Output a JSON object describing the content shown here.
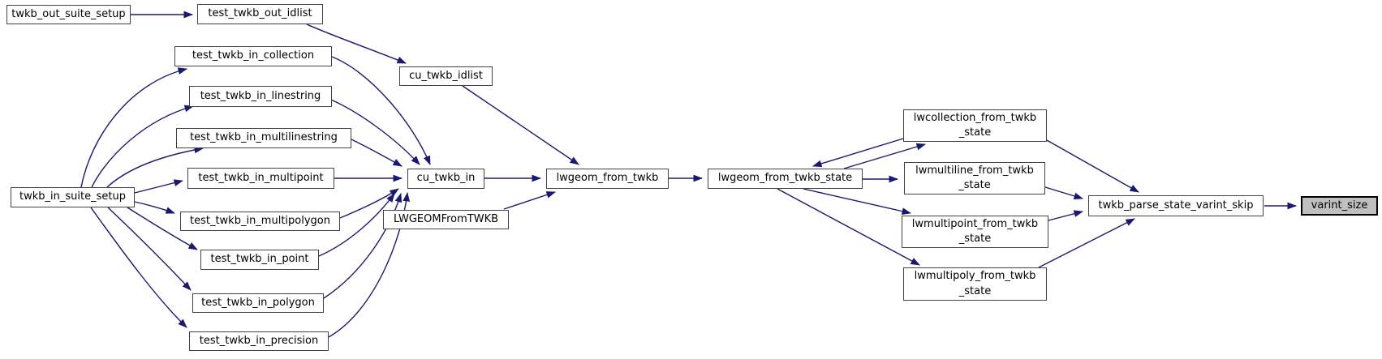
{
  "diagram": {
    "type": "call-graph",
    "background_color": "#ffffff",
    "edge_color": "#191970",
    "node_fill": "#ffffff",
    "node_border_color": "#424242",
    "highlight_node_fill": "#bfbfbf",
    "nodes": [
      {
        "id": "twkb_out_suite_setup",
        "lines": [
          "twkb_out_suite_setup"
        ]
      },
      {
        "id": "test_twkb_out_idlist",
        "lines": [
          "test_twkb_out_idlist"
        ]
      },
      {
        "id": "test_twkb_in_collection",
        "lines": [
          "test_twkb_in_collection"
        ]
      },
      {
        "id": "test_twkb_in_linestring",
        "lines": [
          "test_twkb_in_linestring"
        ]
      },
      {
        "id": "test_twkb_in_multilinestring",
        "lines": [
          "test_twkb_in_multilinestring"
        ]
      },
      {
        "id": "test_twkb_in_multipoint",
        "lines": [
          "test_twkb_in_multipoint"
        ]
      },
      {
        "id": "test_twkb_in_multipolygon",
        "lines": [
          "test_twkb_in_multipolygon"
        ]
      },
      {
        "id": "test_twkb_in_point",
        "lines": [
          "test_twkb_in_point"
        ]
      },
      {
        "id": "test_twkb_in_polygon",
        "lines": [
          "test_twkb_in_polygon"
        ]
      },
      {
        "id": "test_twkb_in_precision",
        "lines": [
          "test_twkb_in_precision"
        ]
      },
      {
        "id": "cu_twkb_idlist",
        "lines": [
          "cu_twkb_idlist"
        ]
      },
      {
        "id": "cu_twkb_in",
        "lines": [
          "cu_twkb_in"
        ]
      },
      {
        "id": "LWGEOMFromTWKB",
        "lines": [
          "LWGEOMFromTWKB"
        ]
      },
      {
        "id": "lwgeom_from_twkb",
        "lines": [
          "lwgeom_from_twkb"
        ]
      },
      {
        "id": "lwgeom_from_twkb_state",
        "lines": [
          "lwgeom_from_twkb_state"
        ]
      },
      {
        "id": "lwcollection_from_twkb_state",
        "lines": [
          "lwcollection_from_twkb",
          "_state"
        ]
      },
      {
        "id": "lwmultiline_from_twkb_state",
        "lines": [
          "lwmultiline_from_twkb",
          "_state"
        ]
      },
      {
        "id": "lwmultipoint_from_twkb_state",
        "lines": [
          "lwmultipoint_from_twkb",
          "_state"
        ]
      },
      {
        "id": "lwmultipoly_from_twkb_state",
        "lines": [
          "lwmultipoly_from_twkb",
          "_state"
        ]
      },
      {
        "id": "twkb_parse_state_varint_skip",
        "lines": [
          "twkb_parse_state_varint_skip"
        ]
      },
      {
        "id": "varint_size",
        "lines": [
          "varint_size"
        ],
        "highlighted": true
      }
    ],
    "edges": [
      {
        "from": "twkb_out_suite_setup",
        "to": "test_twkb_out_idlist"
      },
      {
        "from": "test_twkb_out_idlist",
        "to": "cu_twkb_idlist"
      },
      {
        "from": "cu_twkb_idlist",
        "to": "lwgeom_from_twkb"
      },
      {
        "from": "twkb_in_suite_setup",
        "to": "test_twkb_in_collection"
      },
      {
        "from": "twkb_in_suite_setup",
        "to": "test_twkb_in_linestring"
      },
      {
        "from": "twkb_in_suite_setup",
        "to": "test_twkb_in_multilinestring"
      },
      {
        "from": "twkb_in_suite_setup",
        "to": "test_twkb_in_multipoint"
      },
      {
        "from": "twkb_in_suite_setup",
        "to": "test_twkb_in_multipolygon"
      },
      {
        "from": "twkb_in_suite_setup",
        "to": "test_twkb_in_point"
      },
      {
        "from": "twkb_in_suite_setup",
        "to": "test_twkb_in_polygon"
      },
      {
        "from": "twkb_in_suite_setup",
        "to": "test_twkb_in_precision"
      },
      {
        "from": "test_twkb_in_collection",
        "to": "cu_twkb_in"
      },
      {
        "from": "test_twkb_in_linestring",
        "to": "cu_twkb_in"
      },
      {
        "from": "test_twkb_in_multilinestring",
        "to": "cu_twkb_in"
      },
      {
        "from": "test_twkb_in_multipoint",
        "to": "cu_twkb_in"
      },
      {
        "from": "test_twkb_in_multipolygon",
        "to": "cu_twkb_in"
      },
      {
        "from": "test_twkb_in_point",
        "to": "cu_twkb_in"
      },
      {
        "from": "test_twkb_in_polygon",
        "to": "cu_twkb_in"
      },
      {
        "from": "test_twkb_in_precision",
        "to": "cu_twkb_in"
      },
      {
        "from": "cu_twkb_in",
        "to": "lwgeom_from_twkb"
      },
      {
        "from": "LWGEOMFromTWKB",
        "to": "lwgeom_from_twkb"
      },
      {
        "from": "lwgeom_from_twkb",
        "to": "lwgeom_from_twkb_state"
      },
      {
        "from": "lwgeom_from_twkb_state",
        "to": "lwcollection_from_twkb_state"
      },
      {
        "from": "lwcollection_from_twkb_state",
        "to": "lwgeom_from_twkb_state"
      },
      {
        "from": "lwgeom_from_twkb_state",
        "to": "lwmultiline_from_twkb_state"
      },
      {
        "from": "lwgeom_from_twkb_state",
        "to": "lwmultipoint_from_twkb_state"
      },
      {
        "from": "lwgeom_from_twkb_state",
        "to": "lwmultipoly_from_twkb_state"
      },
      {
        "from": "lwcollection_from_twkb_state",
        "to": "twkb_parse_state_varint_skip"
      },
      {
        "from": "lwmultiline_from_twkb_state",
        "to": "twkb_parse_state_varint_skip"
      },
      {
        "from": "lwmultipoint_from_twkb_state",
        "to": "twkb_parse_state_varint_skip"
      },
      {
        "from": "lwmultipoly_from_twkb_state",
        "to": "twkb_parse_state_varint_skip"
      },
      {
        "from": "twkb_parse_state_varint_skip",
        "to": "varint_size"
      }
    ]
  },
  "suite_node": {
    "id": "twkb_in_suite_setup",
    "label": "twkb_in_suite_setup"
  }
}
